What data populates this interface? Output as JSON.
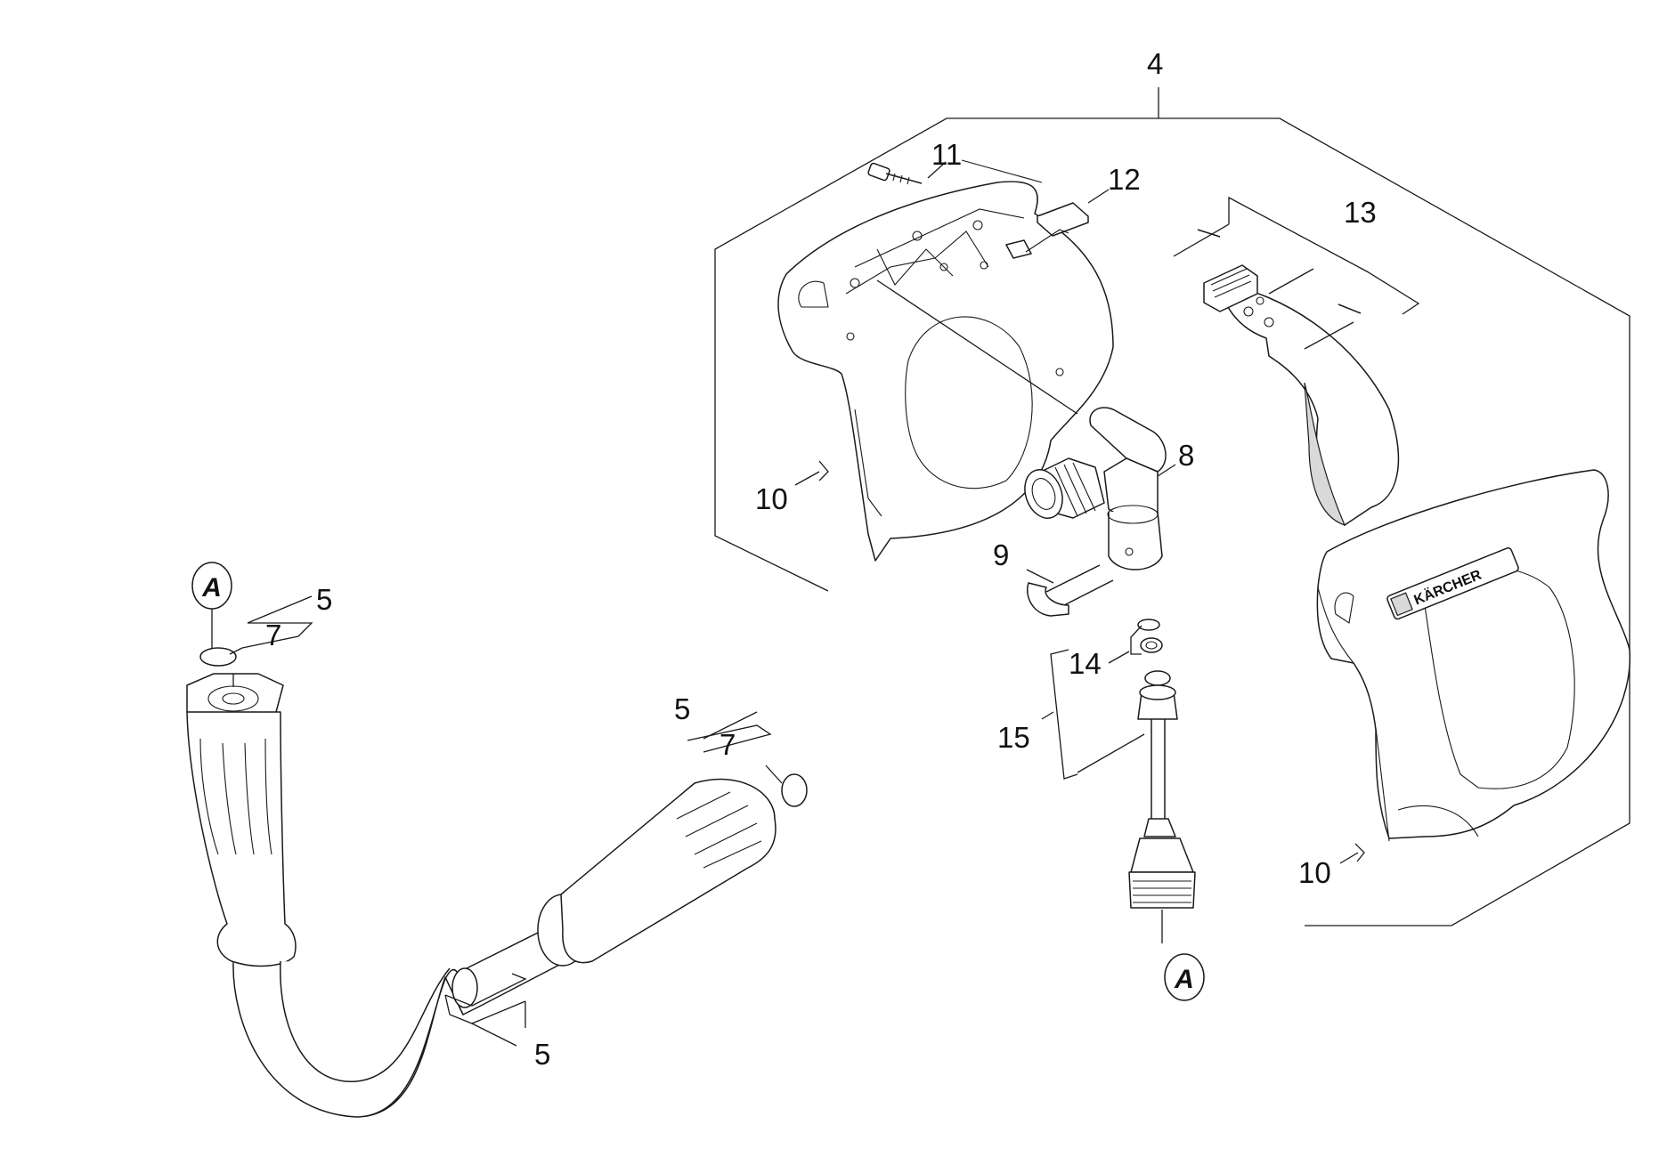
{
  "callouts": {
    "c4": "4",
    "c5_top": "5",
    "c5_mid": "5",
    "c5_bottom": "5",
    "c7_left": "7",
    "c7_right": "7",
    "c8": "8",
    "c9": "9",
    "c10_left": "10",
    "c10_right": "10",
    "c11": "11",
    "c12": "12",
    "c13": "13",
    "c14": "14",
    "c15": "15"
  },
  "references": {
    "hose_end": "A",
    "valve_end": "A"
  },
  "brand_mark": "KÄRCHER"
}
